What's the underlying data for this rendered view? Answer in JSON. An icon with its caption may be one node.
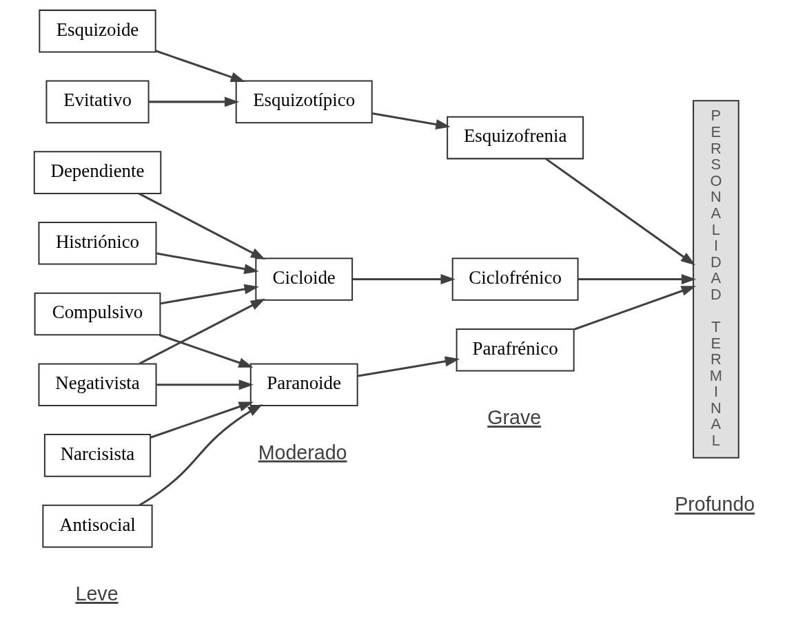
{
  "diagram": {
    "nodes": [
      {
        "text": [
          "Esquizoide"
        ]
      },
      {
        "text": [
          "Evitativo"
        ]
      },
      {
        "text": [
          "Esquizotípico"
        ]
      },
      {
        "text": [
          "Esquizofrenia"
        ]
      },
      {
        "text": [
          "Dependiente"
        ]
      },
      {
        "text": [
          "Histriónico"
        ]
      },
      {
        "text": [
          "Cicloide"
        ]
      },
      {
        "text": [
          "Ciclofrénico"
        ]
      },
      {
        "text": [
          "Compulsivo"
        ]
      },
      {
        "text": [
          "Negativista"
        ]
      },
      {
        "text": [
          "Paranoide"
        ]
      },
      {
        "text": [
          "Parafrénico"
        ]
      },
      {
        "text": [
          "Narcisista"
        ]
      },
      {
        "text": [
          "Antisocial"
        ]
      },
      {
        "text": [
          "PERSONALIDAD TERMINAL"
        ]
      }
    ],
    "edges": [
      {
        "from": 0,
        "to": 2,
        "arrow": "to"
      },
      {
        "from": 1,
        "to": 2,
        "arrow": "to"
      },
      {
        "from": 2,
        "to": 3,
        "arrow": "to"
      },
      {
        "from": 3,
        "to": 14,
        "arrow": "to"
      },
      {
        "from": 4,
        "to": 6,
        "arrow": "to"
      },
      {
        "from": 5,
        "to": 6,
        "arrow": "to"
      },
      {
        "from": 8,
        "to": 6,
        "arrow": "to"
      },
      {
        "from": 9,
        "to": 6,
        "arrow": "to"
      },
      {
        "from": 6,
        "to": 7,
        "arrow": "to"
      },
      {
        "from": 7,
        "to": 14,
        "arrow": "to"
      },
      {
        "from": 8,
        "to": 10,
        "arrow": "to"
      },
      {
        "from": 9,
        "to": 10,
        "arrow": "to"
      },
      {
        "from": 12,
        "to": 10,
        "arrow": "to"
      },
      {
        "from": 13,
        "to": 10,
        "arrow": "to"
      },
      {
        "from": 10,
        "to": 11,
        "arrow": "to"
      },
      {
        "from": 11,
        "to": 14,
        "arrow": "to"
      }
    ],
    "labels": [
      "Leve",
      "Moderado",
      "Grave",
      "Profundo"
    ]
  }
}
